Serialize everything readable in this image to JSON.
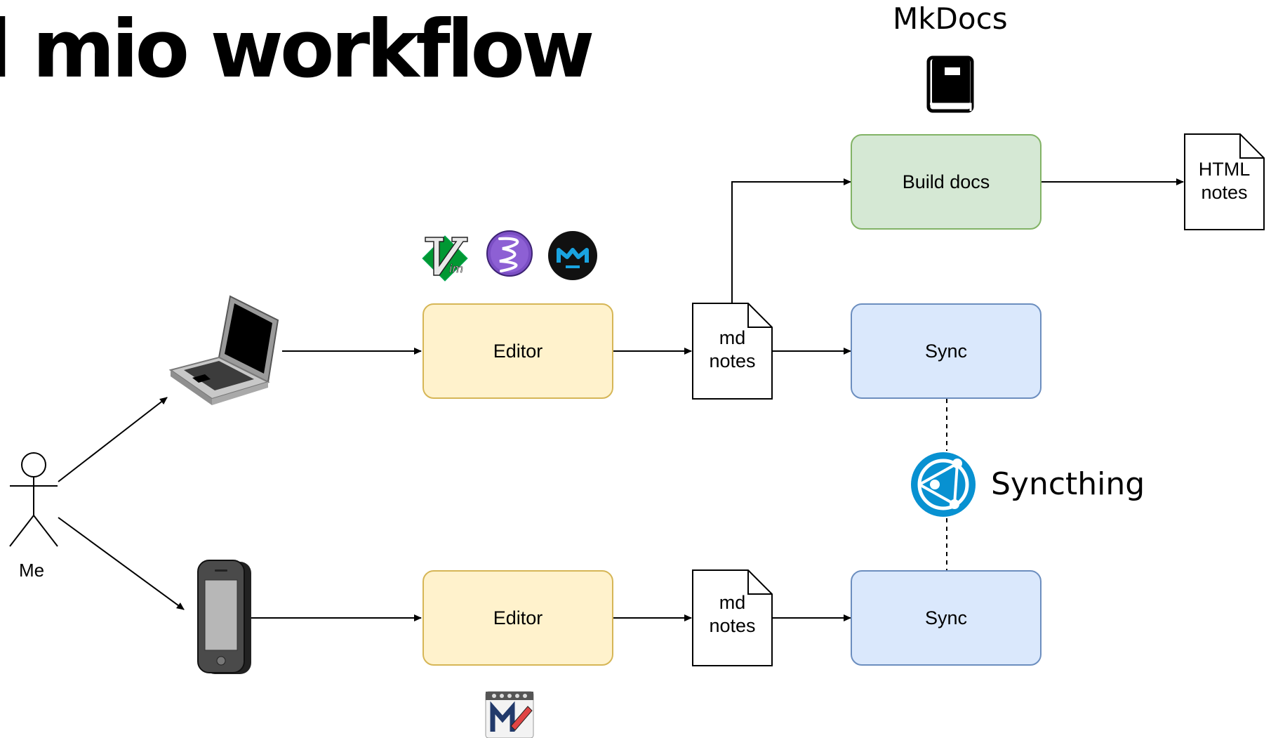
{
  "title": "l mio workflow",
  "actor": {
    "label": "Me"
  },
  "tools": {
    "mkdocs_label": "MkDocs",
    "syncthing_label": "Syncthing"
  },
  "boxes": {
    "editor_top": "Editor",
    "editor_bottom": "Editor",
    "build_docs": "Build docs",
    "sync_top": "Sync",
    "sync_bottom": "Sync"
  },
  "docs": {
    "md_top": {
      "line1": "md",
      "line2": "notes"
    },
    "md_bottom": {
      "line1": "md",
      "line2": "notes"
    },
    "html": {
      "line1": "HTML",
      "line2": "notes"
    }
  },
  "icons": [
    "stick-figure-icon",
    "laptop-icon",
    "smartphone-icon",
    "vim-icon",
    "emacs-icon",
    "markdown-editor-icon",
    "markor-icon",
    "mkdocs-book-icon",
    "syncthing-icon"
  ],
  "colors": {
    "editor_fill": "#fff2cc",
    "editor_stroke": "#d6b656",
    "build_fill": "#d5e8d4",
    "build_stroke": "#82b366",
    "sync_fill": "#dae8fc",
    "sync_stroke": "#6c8ebf",
    "syncthing_blue": "#0891d1",
    "emacs_purple": "#7b4fc4"
  }
}
